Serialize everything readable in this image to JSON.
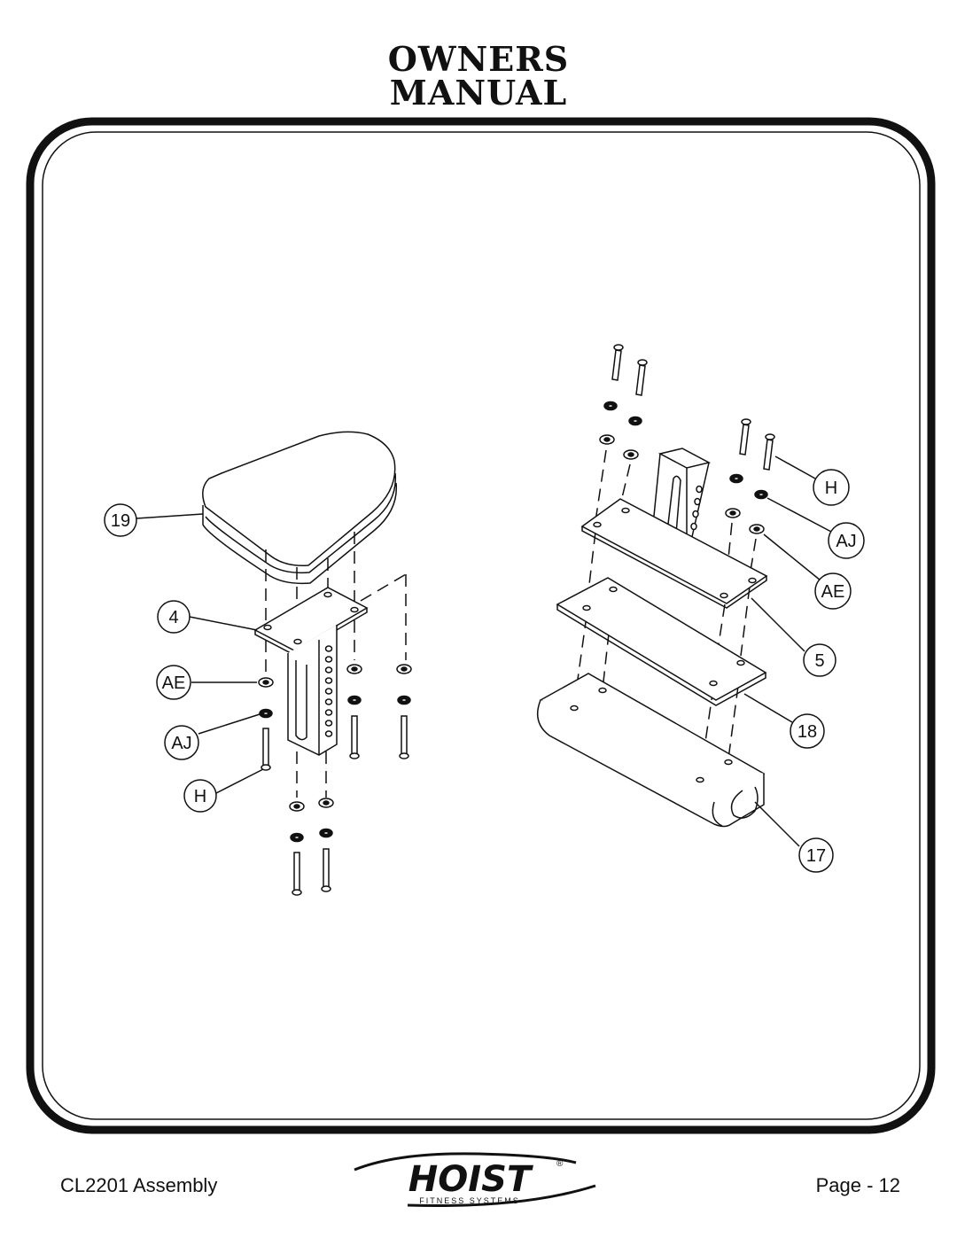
{
  "header": {
    "line1": "OWNERS",
    "line2": "MANUAL"
  },
  "callouts": {
    "c19": "19",
    "c4": "4",
    "cAE_left": "AE",
    "cAJ_left": "AJ",
    "cH_left": "H",
    "cH_right": "H",
    "cAJ_right": "AJ",
    "cAE_right": "AE",
    "c5": "5",
    "c18": "18",
    "c17": "17"
  },
  "footer": {
    "left": "CL2201 Assembly",
    "right": "Page - 12",
    "logo_word": "HOIST",
    "logo_sub": "FITNESS SYSTEMS",
    "logo_mark": "®"
  }
}
